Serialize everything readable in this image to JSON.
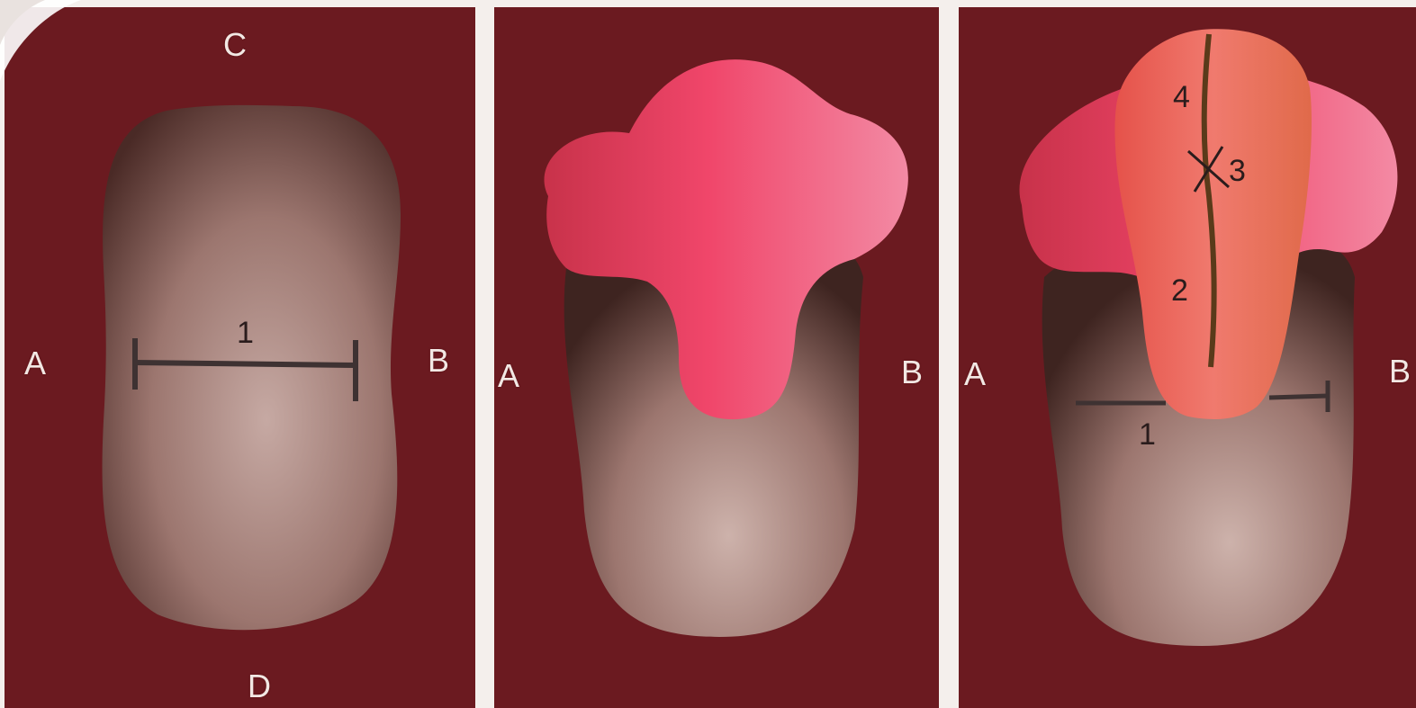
{
  "panels": [
    {
      "labels": {
        "top": "C",
        "left": "A",
        "right": "B",
        "bottom": "D"
      },
      "numbers": [
        "1"
      ]
    },
    {
      "labels": {
        "left": "A",
        "right": "B"
      },
      "numbers": []
    },
    {
      "labels": {
        "left": "A",
        "right": "B"
      },
      "numbers": [
        "4",
        "3",
        "2",
        "1"
      ]
    }
  ],
  "colors": {
    "background": "#6b1a20",
    "flesh": "#a8807a",
    "flap": "#e8506a",
    "incision_flap": "#e96a52",
    "ink": "#2a1c1c"
  }
}
